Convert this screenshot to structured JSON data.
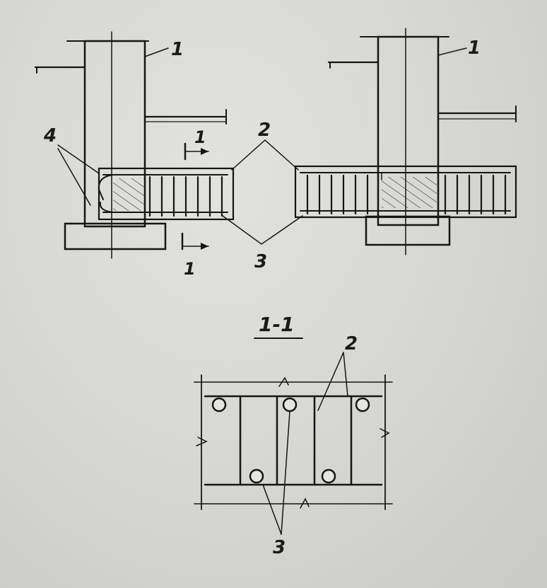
{
  "labels": {
    "foundation": "1",
    "stirrups": "2",
    "long_bars": "3",
    "anchor_bars": "4",
    "section_mark": "1",
    "section_title": "1-1"
  },
  "colors": {
    "ink": "#151515",
    "paper": "#d6d6d2"
  }
}
